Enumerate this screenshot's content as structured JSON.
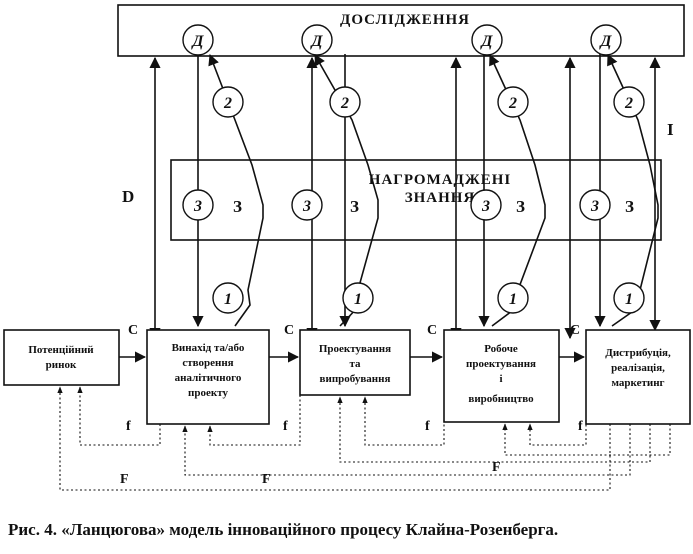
{
  "research_label": "ДОСЛІДЖЕННЯ",
  "knowledge_label_line1": "НАГРОМАДЖЕНІ",
  "knowledge_label_line2": "ЗНАННЯ",
  "stages": [
    {
      "lines": [
        "Потенційний",
        "ринок"
      ]
    },
    {
      "lines": [
        "Винахід та/або",
        "створення",
        "аналітичного",
        "проекту"
      ]
    },
    {
      "lines": [
        "Проектування",
        "та",
        "випробування"
      ]
    },
    {
      "lines": [
        "Робоче",
        "проектування",
        "і",
        "виробництво"
      ]
    },
    {
      "lines": [
        "Дистрибуція,",
        "реалізація,",
        "маркетинг"
      ]
    }
  ],
  "node_labels": {
    "d": "Д",
    "one": "1",
    "two": "2",
    "three": "3",
    "z": "З"
  },
  "link_labels": {
    "c": "C",
    "f": "f",
    "F": "F",
    "D": "D",
    "I": "I"
  },
  "caption": "Рис. 4. «Ланцюгова» модель інноваційного процесу Клайна-Розенберга."
}
